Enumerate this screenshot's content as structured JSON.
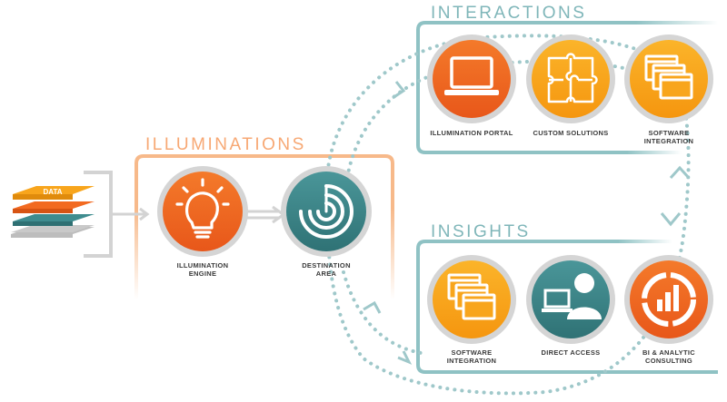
{
  "colors": {
    "orange": "#f26a21",
    "orange_dark": "#e5581a",
    "yellow": "#f8a51c",
    "yellow_dark": "#f39212",
    "teal": "#3d8a8d",
    "teal_dark": "#2f6f72",
    "teal_light": "#8fc2c4",
    "peach": "#f7b98a",
    "grey_ring": "#cfcfcf",
    "text_dark": "#3a3a3a",
    "white": "#ffffff"
  },
  "data_stack": {
    "label": "DATA",
    "layers": [
      "yellow",
      "orange",
      "teal",
      "grey"
    ]
  },
  "sections": {
    "illuminations": {
      "title": "ILLUMINATIONS"
    },
    "interactions": {
      "title": "INTERACTIONS"
    },
    "insights": {
      "title": "INSIGHTS"
    }
  },
  "nodes": {
    "illumination_engine": {
      "label": "ILLUMINATION\nENGINE",
      "icon": "lightbulb-icon"
    },
    "destination_area": {
      "label": "DESTINATION\nAREA",
      "icon": "target-rings-icon"
    },
    "illumination_portal": {
      "label": "ILLUMINATION PORTAL",
      "icon": "laptop-icon"
    },
    "custom_solutions": {
      "label": "CUSTOM SOLUTIONS",
      "icon": "puzzle-icon"
    },
    "software_integration_top": {
      "label": "SOFTWARE\nINTEGRATION",
      "icon": "stacked-windows-icon"
    },
    "software_integration_bottom": {
      "label": "SOFTWARE\nINTEGRATION",
      "icon": "stacked-windows-icon"
    },
    "direct_access": {
      "label": "DIRECT ACCESS",
      "icon": "user-at-computer-icon"
    },
    "bi_analytic_consulting": {
      "label": "BI & ANALYTIC\nCONSULTING",
      "icon": "analytics-chart-icon"
    }
  }
}
